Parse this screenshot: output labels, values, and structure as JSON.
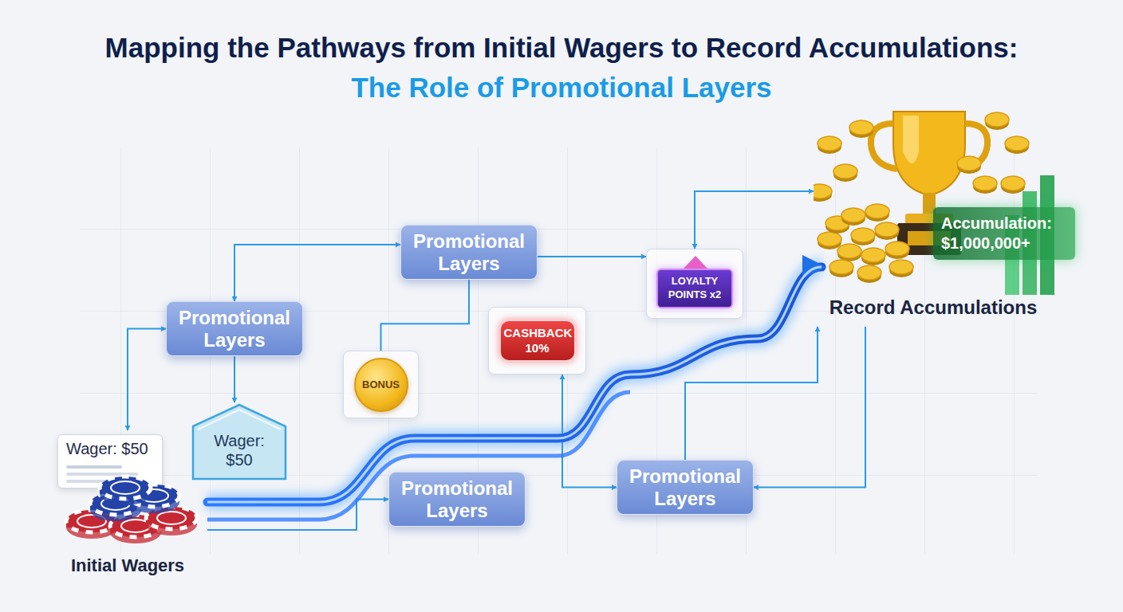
{
  "diagram": {
    "title": "Mapping the Pathways from Initial Wagers to Record Accumulations:",
    "nodes": [
      {
        "text": [
          "Wager: $50",
          "Initial Wagers"
        ]
      },
      {
        "text": [
          "Promotional Layers"
        ]
      },
      {
        "text": [
          "Wager: $50"
        ]
      },
      {
        "text": [
          "Promotional Layers"
        ]
      },
      {
        "text": [
          "BONUS"
        ]
      },
      {
        "text": [
          "CASHBACK 10%"
        ]
      },
      {
        "text": [
          "LOYALTY POINTS x2"
        ]
      },
      {
        "text": [
          "Promotional Layers"
        ]
      },
      {
        "text": [
          "Promotional Layers"
        ]
      },
      {
        "text": [
          "Accumulation: $1,000,000+",
          "Record Accumulations"
        ]
      }
    ],
    "edges": [
      {
        "from": 0,
        "to": 1,
        "arrow": "both"
      },
      {
        "from": 1,
        "to": 3,
        "arrow": "both"
      },
      {
        "from": 1,
        "to": 2,
        "arrow": "to"
      },
      {
        "from": 3,
        "to": 6,
        "arrow": "to"
      },
      {
        "from": 3,
        "to": 4,
        "arrow": "none"
      },
      {
        "from": 6,
        "to": 9,
        "arrow": "both"
      },
      {
        "from": 0,
        "to": 7,
        "arrow": "to"
      },
      {
        "from": 5,
        "to": 8,
        "arrow": "both"
      },
      {
        "from": 8,
        "to": 9,
        "arrow": "to"
      },
      {
        "from": 9,
        "to": 8,
        "arrow": "to"
      },
      {
        "from": 0,
        "to": 9,
        "arrow": "to"
      }
    ],
    "labels": [
      "The Role of Promotional Layers"
    ]
  }
}
